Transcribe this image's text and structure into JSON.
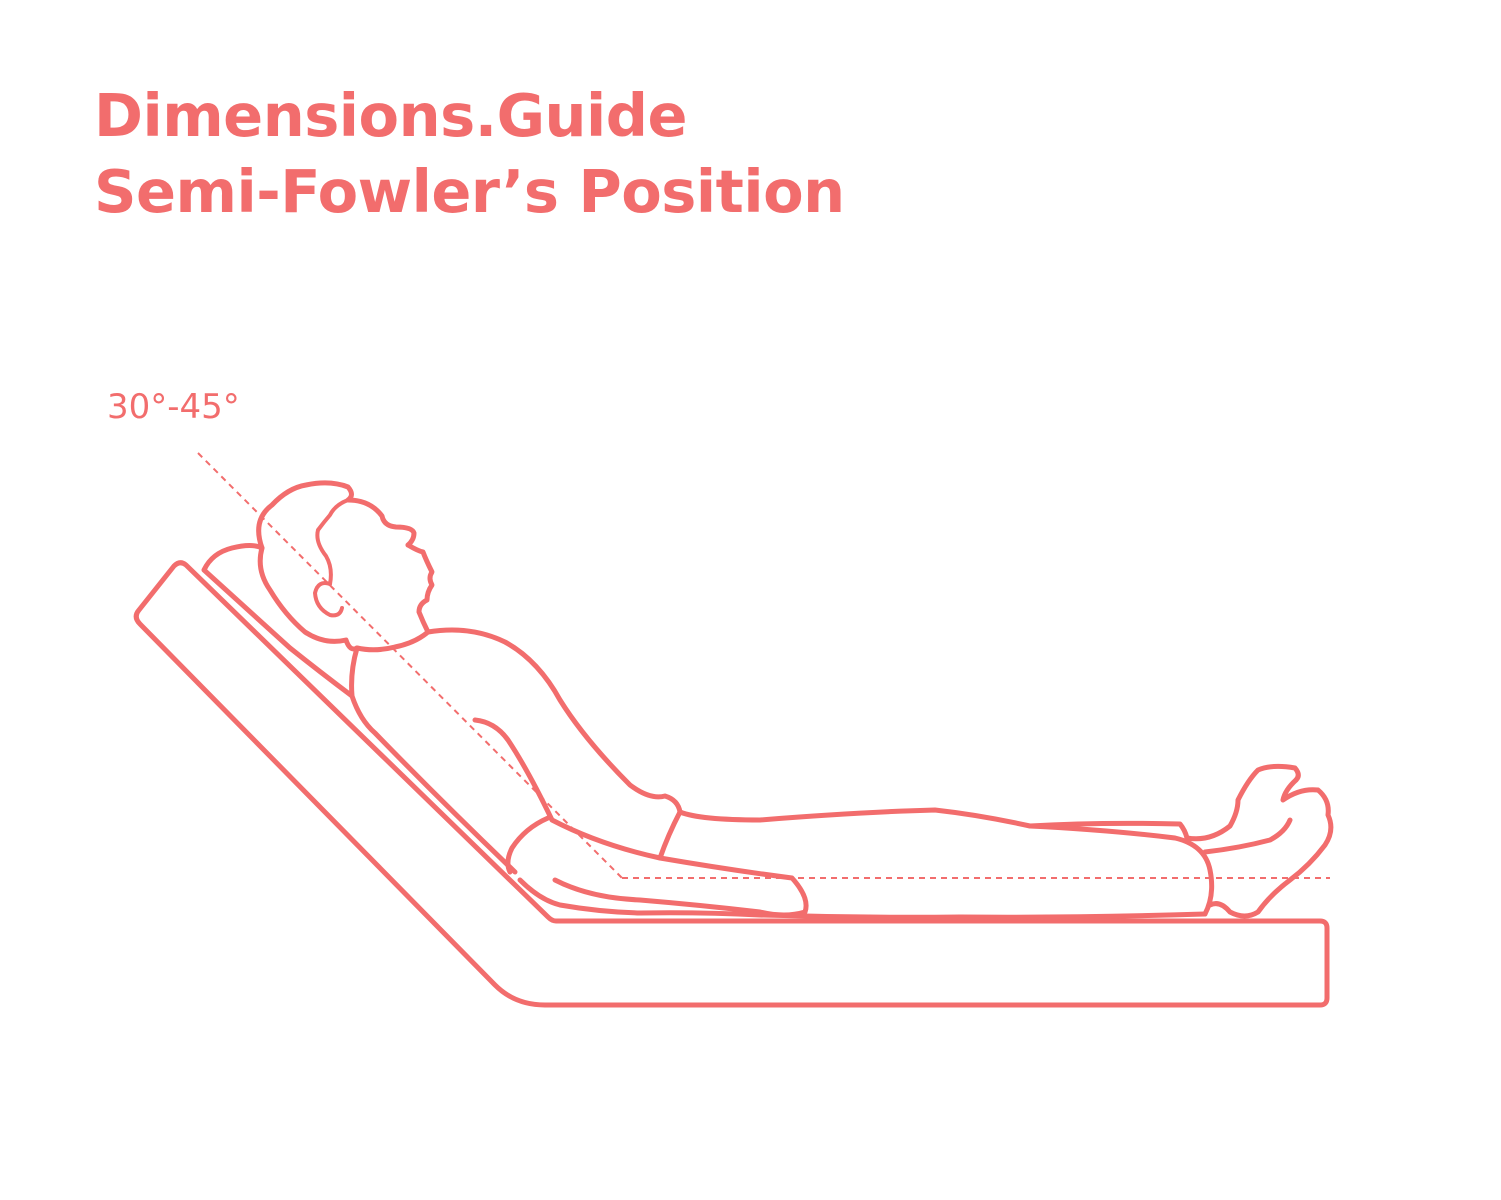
{
  "header": {
    "brand": "Dimensions.Guide",
    "title": "Semi-Fowler’s Position"
  },
  "diagram": {
    "angle_label": "30°-45°",
    "colors": {
      "accent": "#f26d6d",
      "background": "#ffffff"
    }
  }
}
